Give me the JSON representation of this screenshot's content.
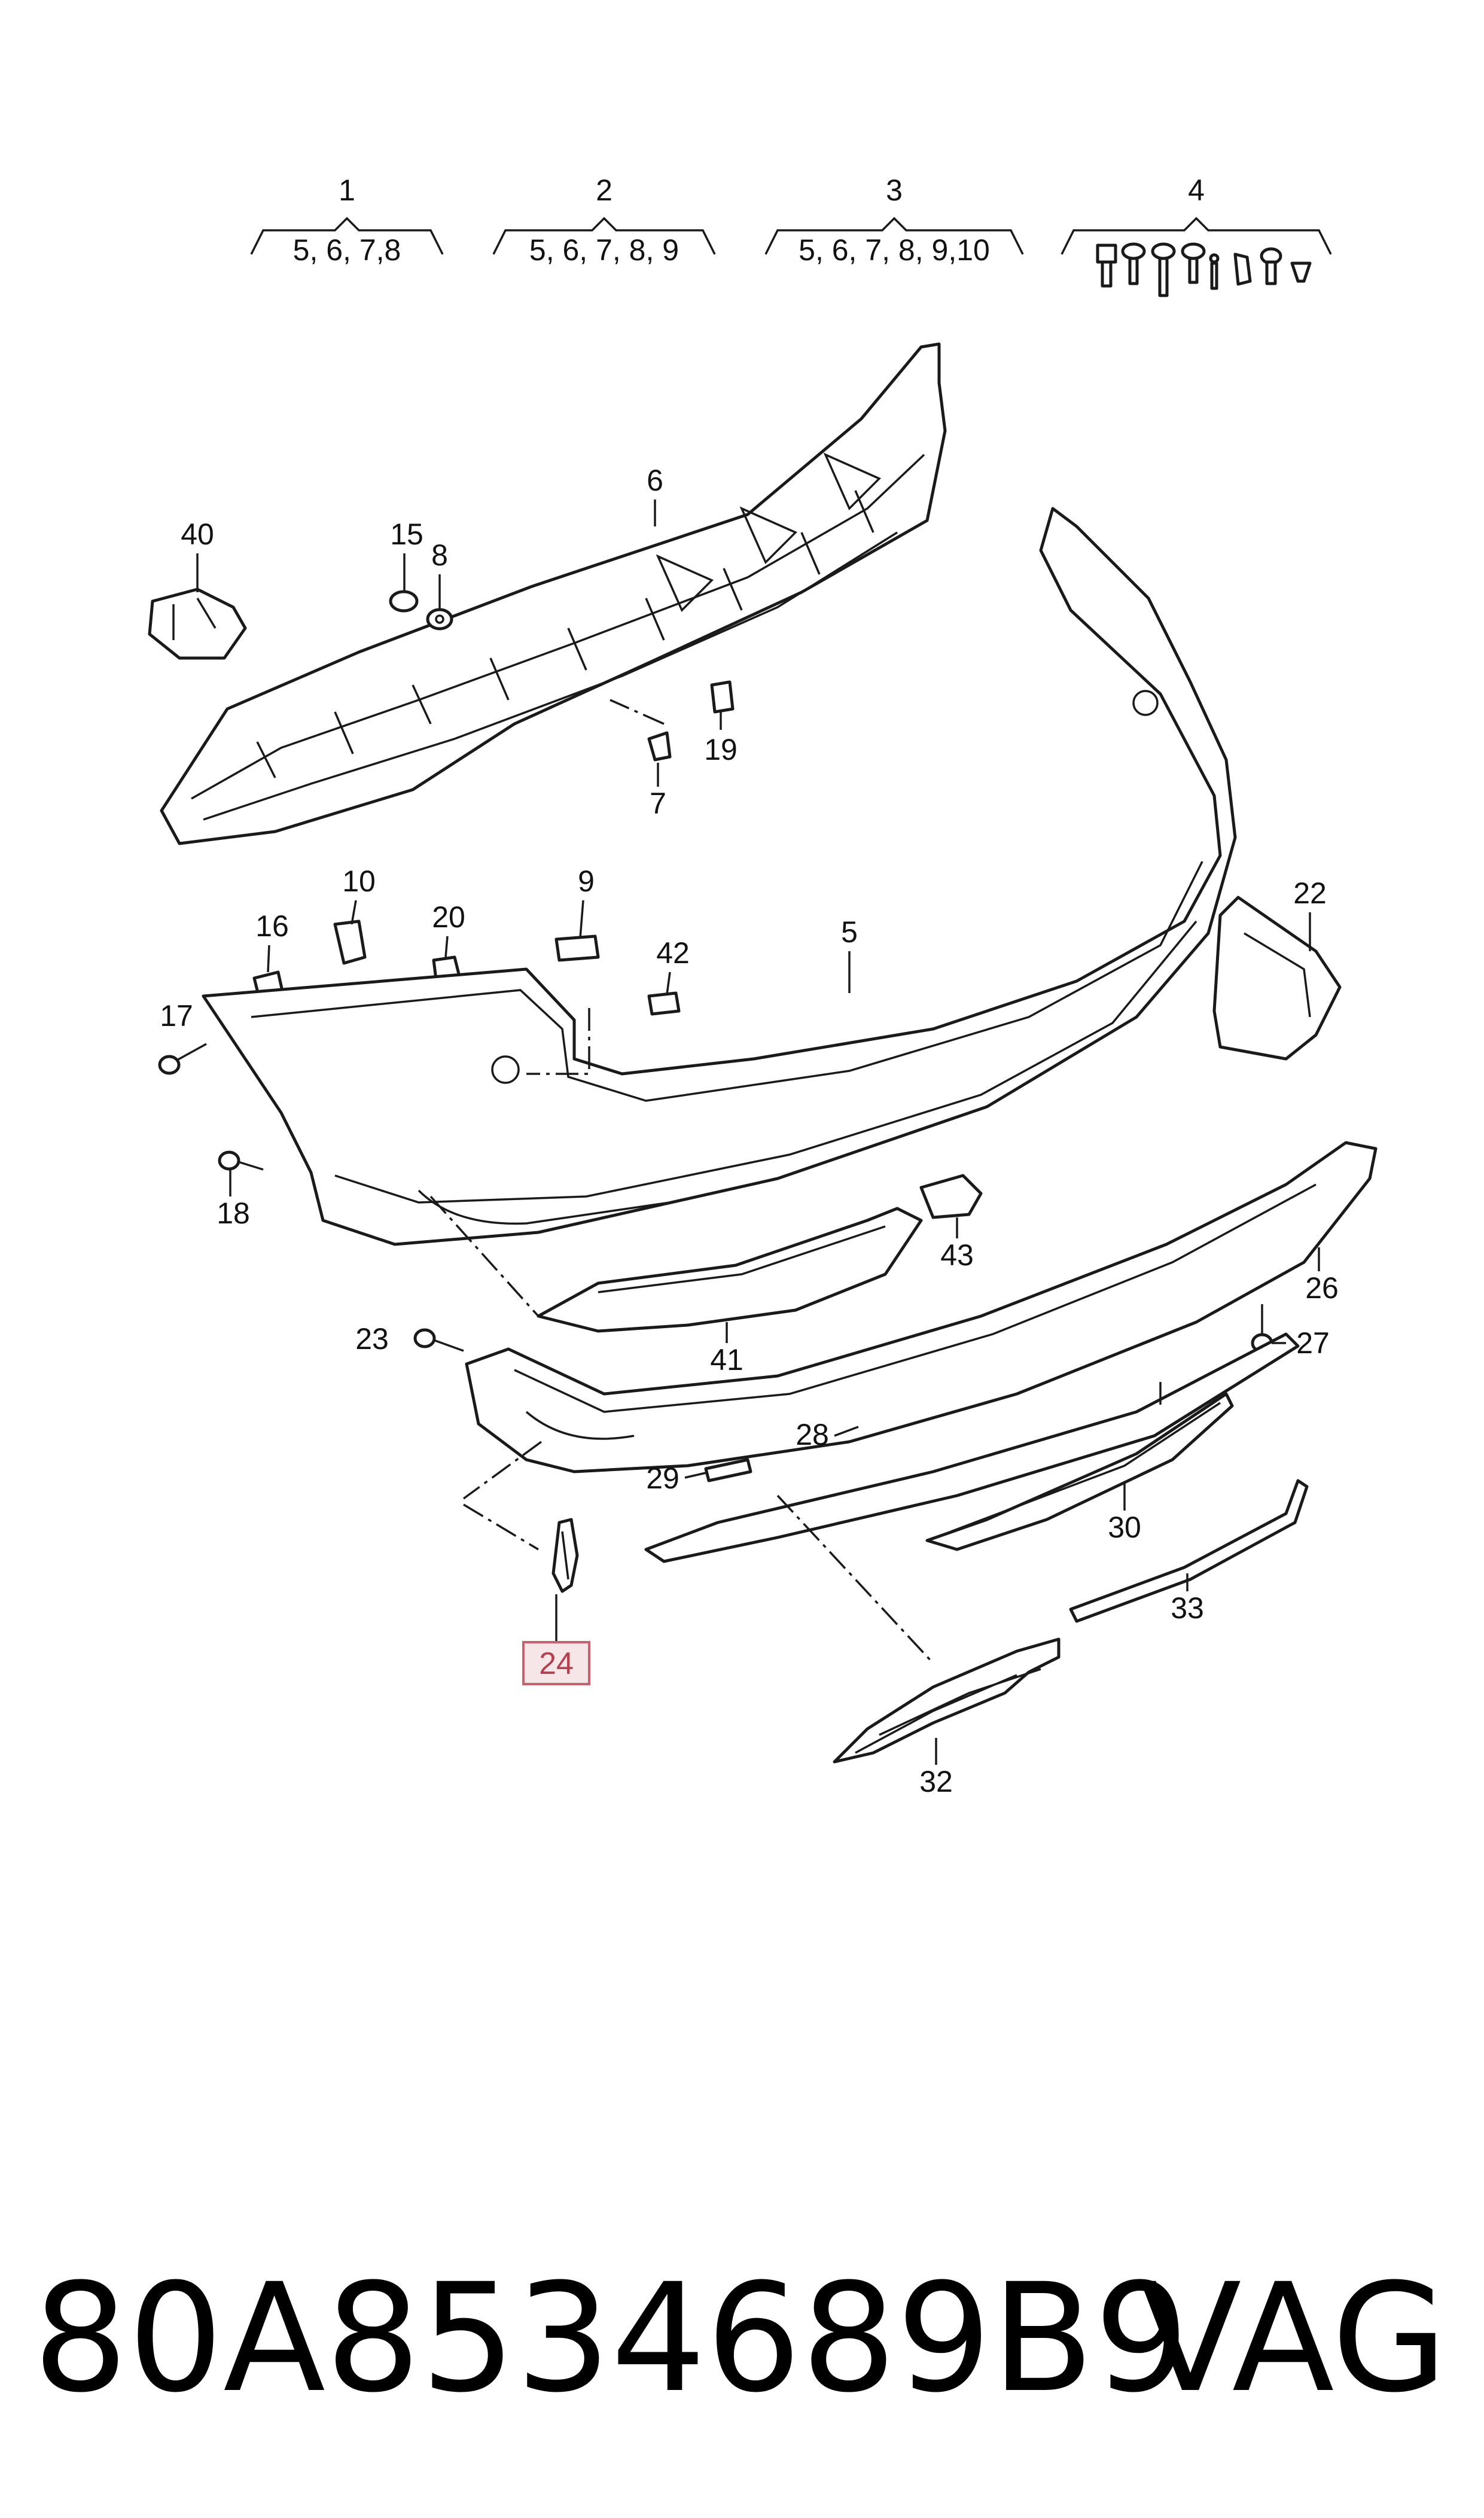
{
  "groups": [
    {
      "number": "1",
      "items": "5, 6, 7,8"
    },
    {
      "number": "2",
      "items": "5, 6, 7, 8, 9"
    },
    {
      "number": "3",
      "items": "5, 6, 7, 8, 9,10"
    },
    {
      "number": "4",
      "items": ""
    }
  ],
  "callouts": {
    "c40": "40",
    "c15": "15",
    "c8": "8",
    "c6": "6",
    "c19": "19",
    "c7": "7",
    "c10": "10",
    "c20": "20",
    "c9": "9",
    "c16": "16",
    "c42": "42",
    "c5": "5",
    "c22": "22",
    "c17": "17",
    "c18": "18",
    "c43": "43",
    "c26": "26",
    "c23": "23",
    "c41": "41",
    "c27": "27",
    "c28": "28",
    "c29": "29",
    "c30": "30",
    "c33": "33",
    "c24": "24",
    "c32": "32"
  },
  "highlighted_part": "24",
  "highlight_color": "#c9606e",
  "footer": {
    "part_number": "80A8534689B9",
    "brand": "VAG"
  }
}
